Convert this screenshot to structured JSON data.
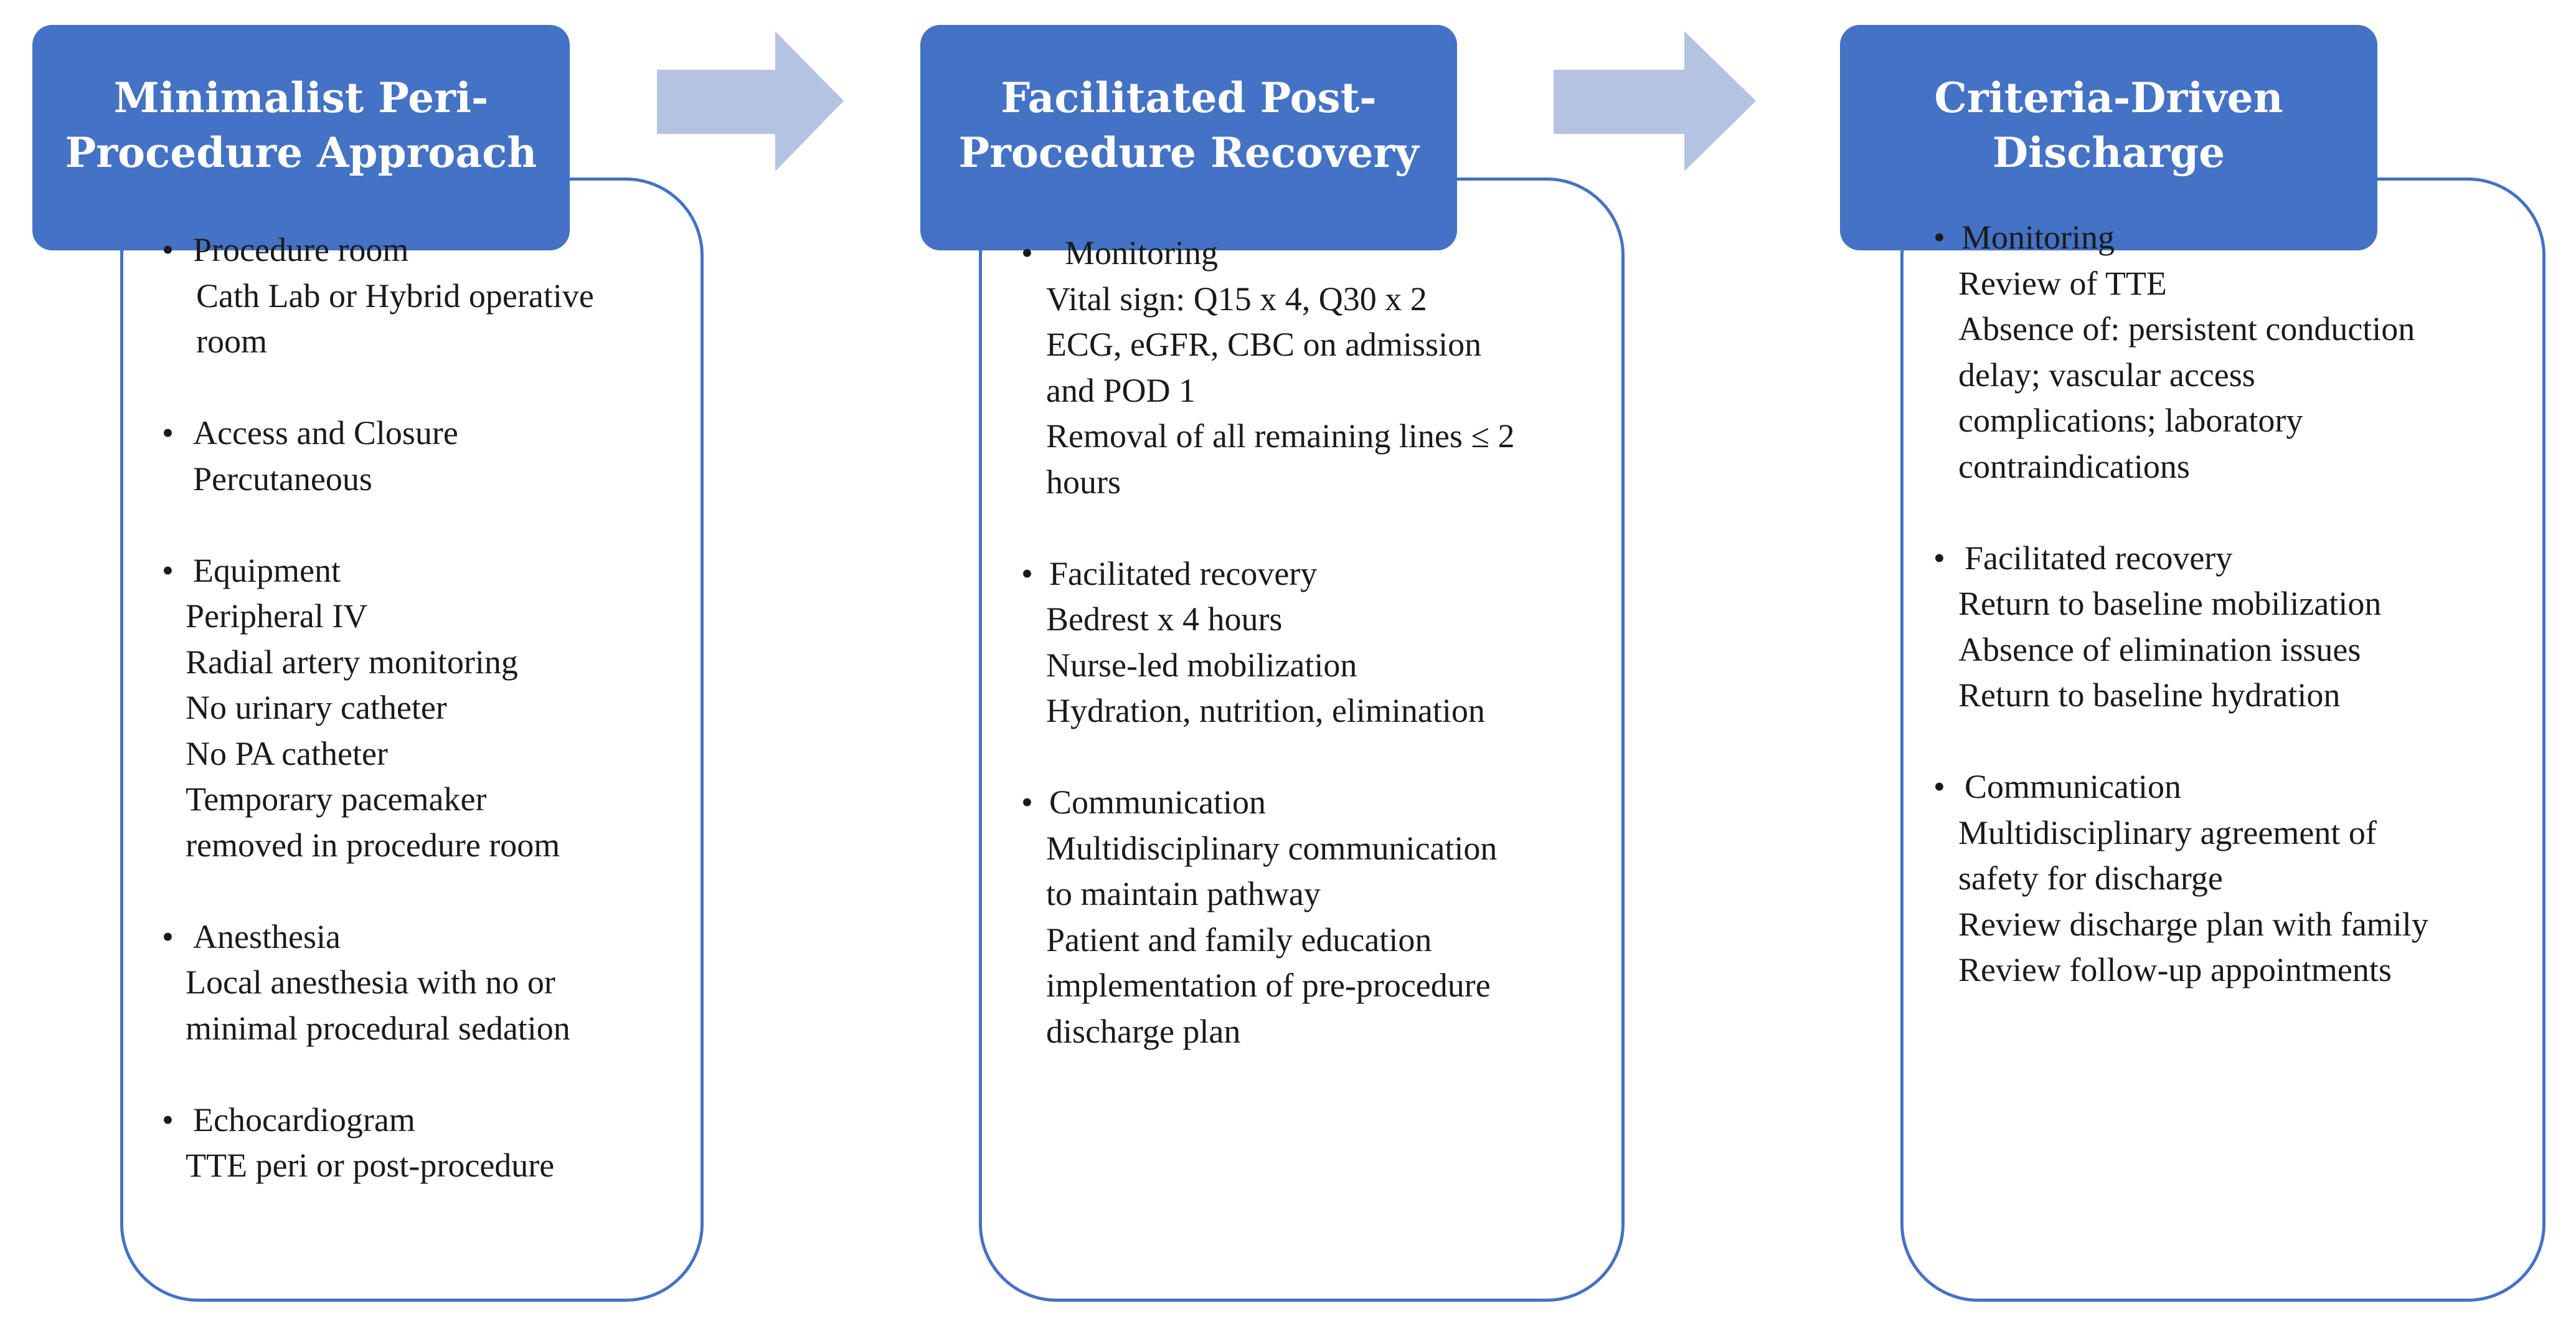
{
  "colors": {
    "header_bg": "#4472c4",
    "card_border": "#4472c4",
    "arrow": "#b4c3e1",
    "header_text": "#ffffff"
  },
  "stages": [
    {
      "title_lines": [
        "Minimalist Peri-",
        "Procedure Approach"
      ],
      "sections": [
        {
          "heading": "Procedure room",
          "items": [
            "Cath Lab or Hybrid operative",
            "room"
          ]
        },
        {
          "heading": "Access and Closure",
          "items": [
            "Percutaneous"
          ]
        },
        {
          "heading": "Equipment",
          "items": [
            "Peripheral IV",
            "Radial artery monitoring",
            "No urinary catheter",
            "No PA catheter",
            "Temporary pacemaker",
            "removed in procedure room"
          ]
        },
        {
          "heading": "Anesthesia",
          "items": [
            "Local anesthesia with no or",
            "minimal procedural sedation"
          ]
        },
        {
          "heading": "Echocardiogram",
          "items": [
            "TTE peri or post-procedure"
          ]
        }
      ]
    },
    {
      "title_lines": [
        "Facilitated Post-",
        "Procedure Recovery"
      ],
      "sections": [
        {
          "heading": "Monitoring",
          "items": [
            "Vital sign: Q15 x 4, Q30 x 2",
            "ECG, eGFR, CBC on admission",
            "and POD 1",
            "Removal of all remaining lines ≤ 2",
            "hours"
          ]
        },
        {
          "heading": "Facilitated recovery",
          "items": [
            "Bedrest x 4 hours",
            "Nurse-led mobilization",
            "Hydration, nutrition, elimination"
          ]
        },
        {
          "heading": "Communication",
          "items": [
            "Multidisciplinary communication",
            "to maintain pathway",
            "Patient and family education",
            "implementation of pre-procedure",
            "discharge plan"
          ]
        }
      ]
    },
    {
      "title_lines": [
        "Criteria-Driven",
        "Discharge"
      ],
      "sections": [
        {
          "heading": "Monitoring",
          "items": [
            "Review of TTE",
            "Absence of: persistent conduction",
            "delay; vascular access",
            "complications; laboratory",
            "contraindications"
          ]
        },
        {
          "heading": "Facilitated recovery",
          "items": [
            "Return to baseline mobilization",
            "Absence of elimination issues",
            "Return to baseline hydration"
          ]
        },
        {
          "heading": "Communication",
          "items": [
            "Multidisciplinary agreement of",
            "safety for discharge",
            "Review discharge plan with family",
            "Review follow-up appointments"
          ]
        }
      ]
    }
  ]
}
